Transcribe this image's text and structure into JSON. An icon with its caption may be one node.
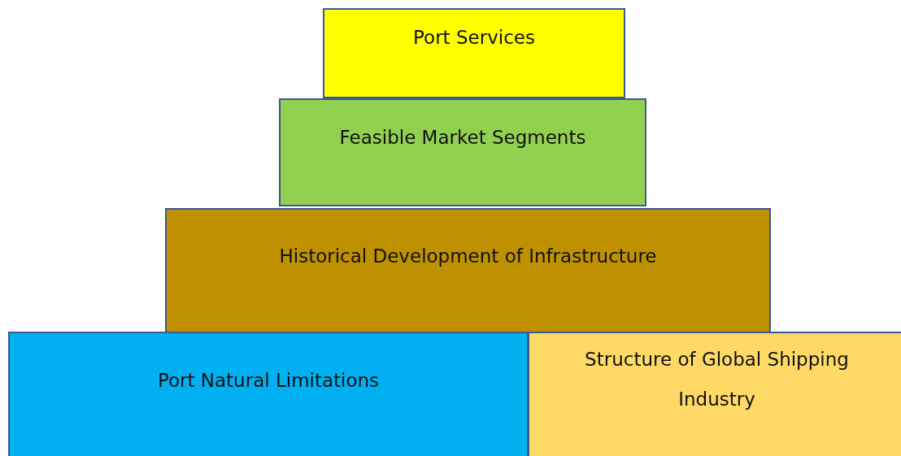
{
  "diagram": {
    "nodes": [
      {
        "text": [
          "Port Services"
        ]
      },
      {
        "text": [
          "Feasible Market Segments"
        ]
      },
      {
        "text": [
          "Historical Development of Infrastructure"
        ]
      },
      {
        "text": [
          "Port Natural Limitations"
        ]
      },
      {
        "text": [
          "Structure of Global Shipping Industry"
        ]
      }
    ]
  }
}
